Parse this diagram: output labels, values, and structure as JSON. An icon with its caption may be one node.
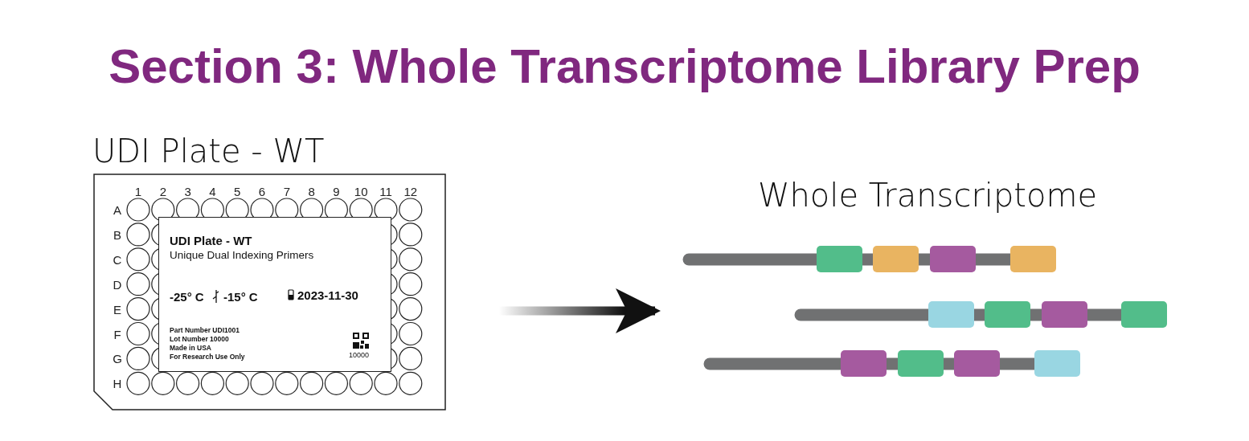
{
  "diagram": {
    "title": "Section 3: Whole Transcriptome Library Prep",
    "nodes": [
      {
        "text": [
          "UDI Plate - WT"
        ]
      },
      {
        "text": [
          "UDI Plate - WT",
          "Unique Dual Indexing Primers",
          "-25° C",
          "-15° C",
          "2023-11-30",
          "Part Number UDI1001",
          "Lot Number 10000",
          "Made in USA",
          "For Research Use Only",
          "10000"
        ],
        "in": 0
      },
      {
        "text": [
          "Whole Transcriptome"
        ]
      }
    ],
    "edges": [
      {
        "from": 0,
        "to": 2,
        "arrow": "to"
      }
    ],
    "labels": [
      "1",
      "2",
      "3",
      "4",
      "5",
      "6",
      "7",
      "8",
      "9",
      "10",
      "11",
      "12",
      "A",
      "B",
      "C",
      "D",
      "E",
      "F",
      "G",
      "H"
    ]
  }
}
